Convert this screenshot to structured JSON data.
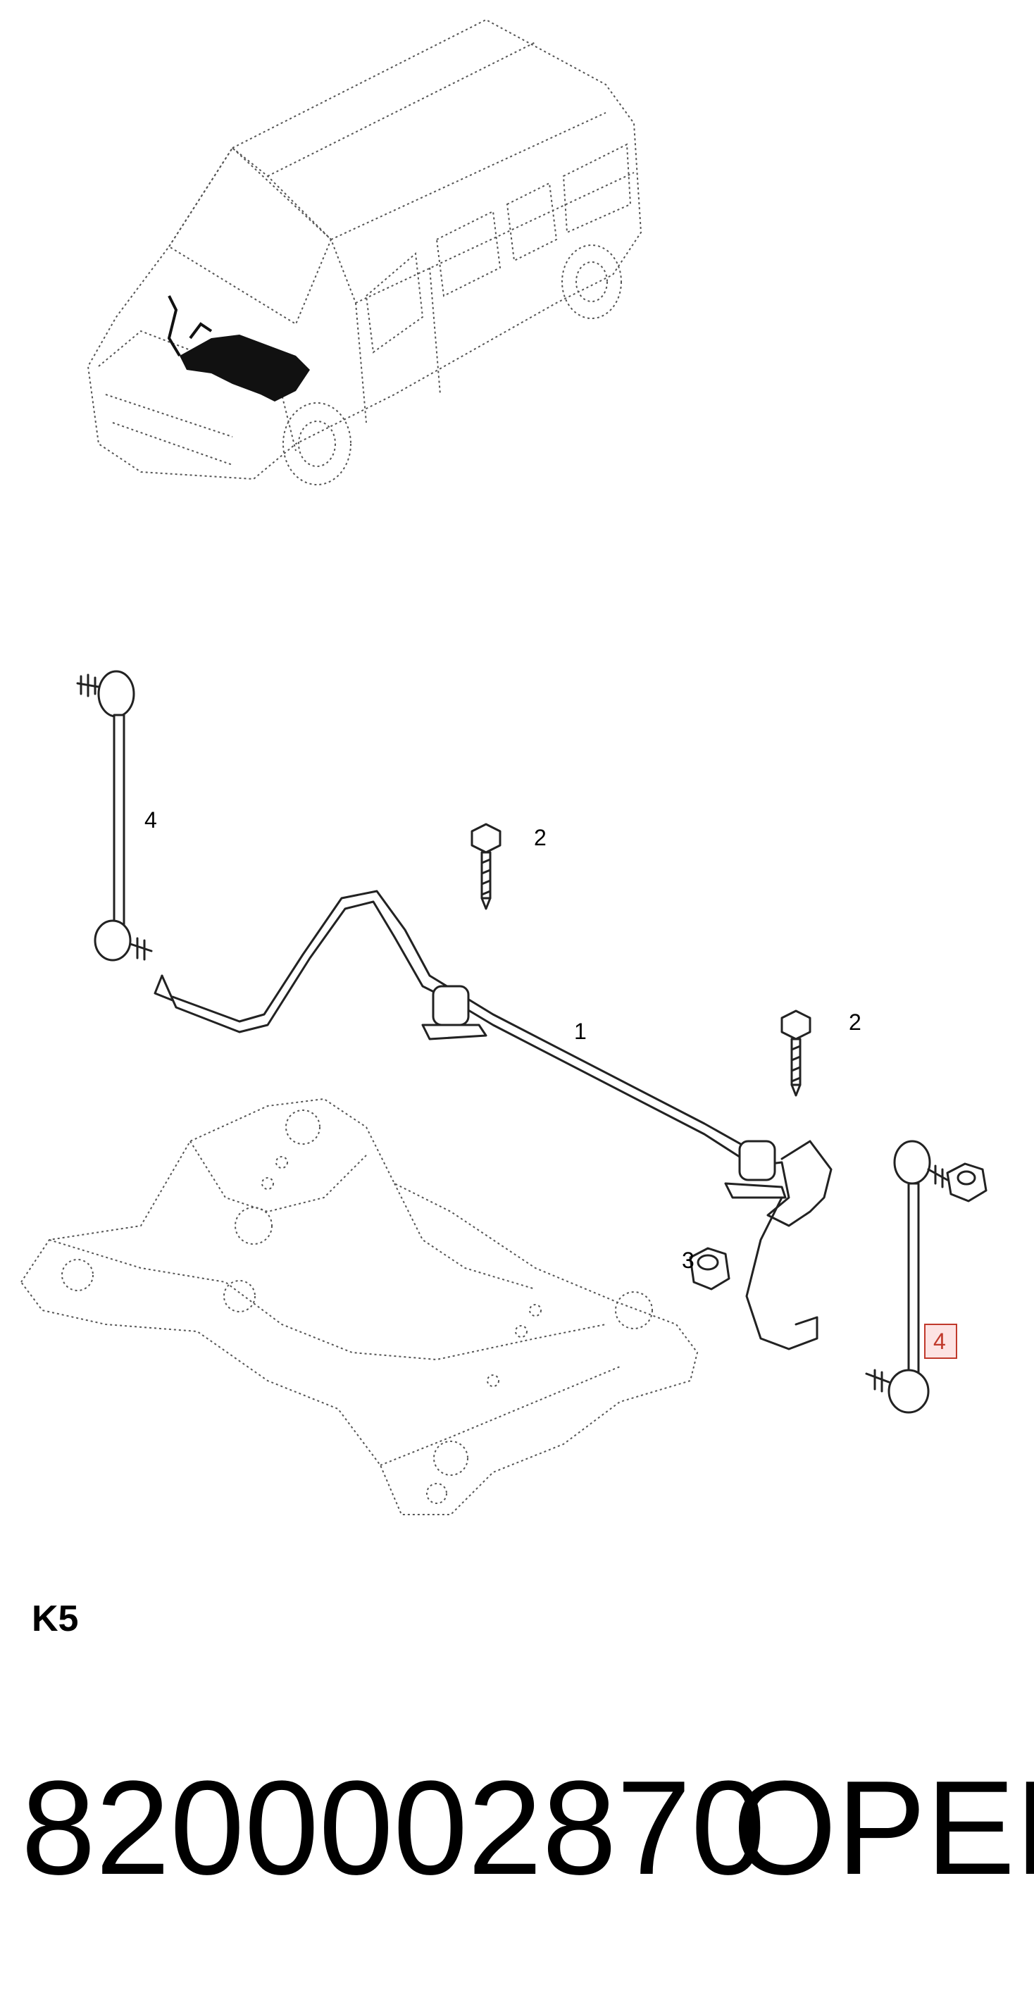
{
  "diagram": {
    "callouts": {
      "stabilizer_bar": "1",
      "bolt_upper": "2",
      "bolt_lower": "2",
      "nut": "3",
      "link_left": "4",
      "link_right": "4"
    },
    "highlight_color": "#c0392b",
    "highlight_fill": "#fde3e3",
    "group_code": "K5",
    "part_number": "8200002870",
    "brand": "OPEL"
  }
}
